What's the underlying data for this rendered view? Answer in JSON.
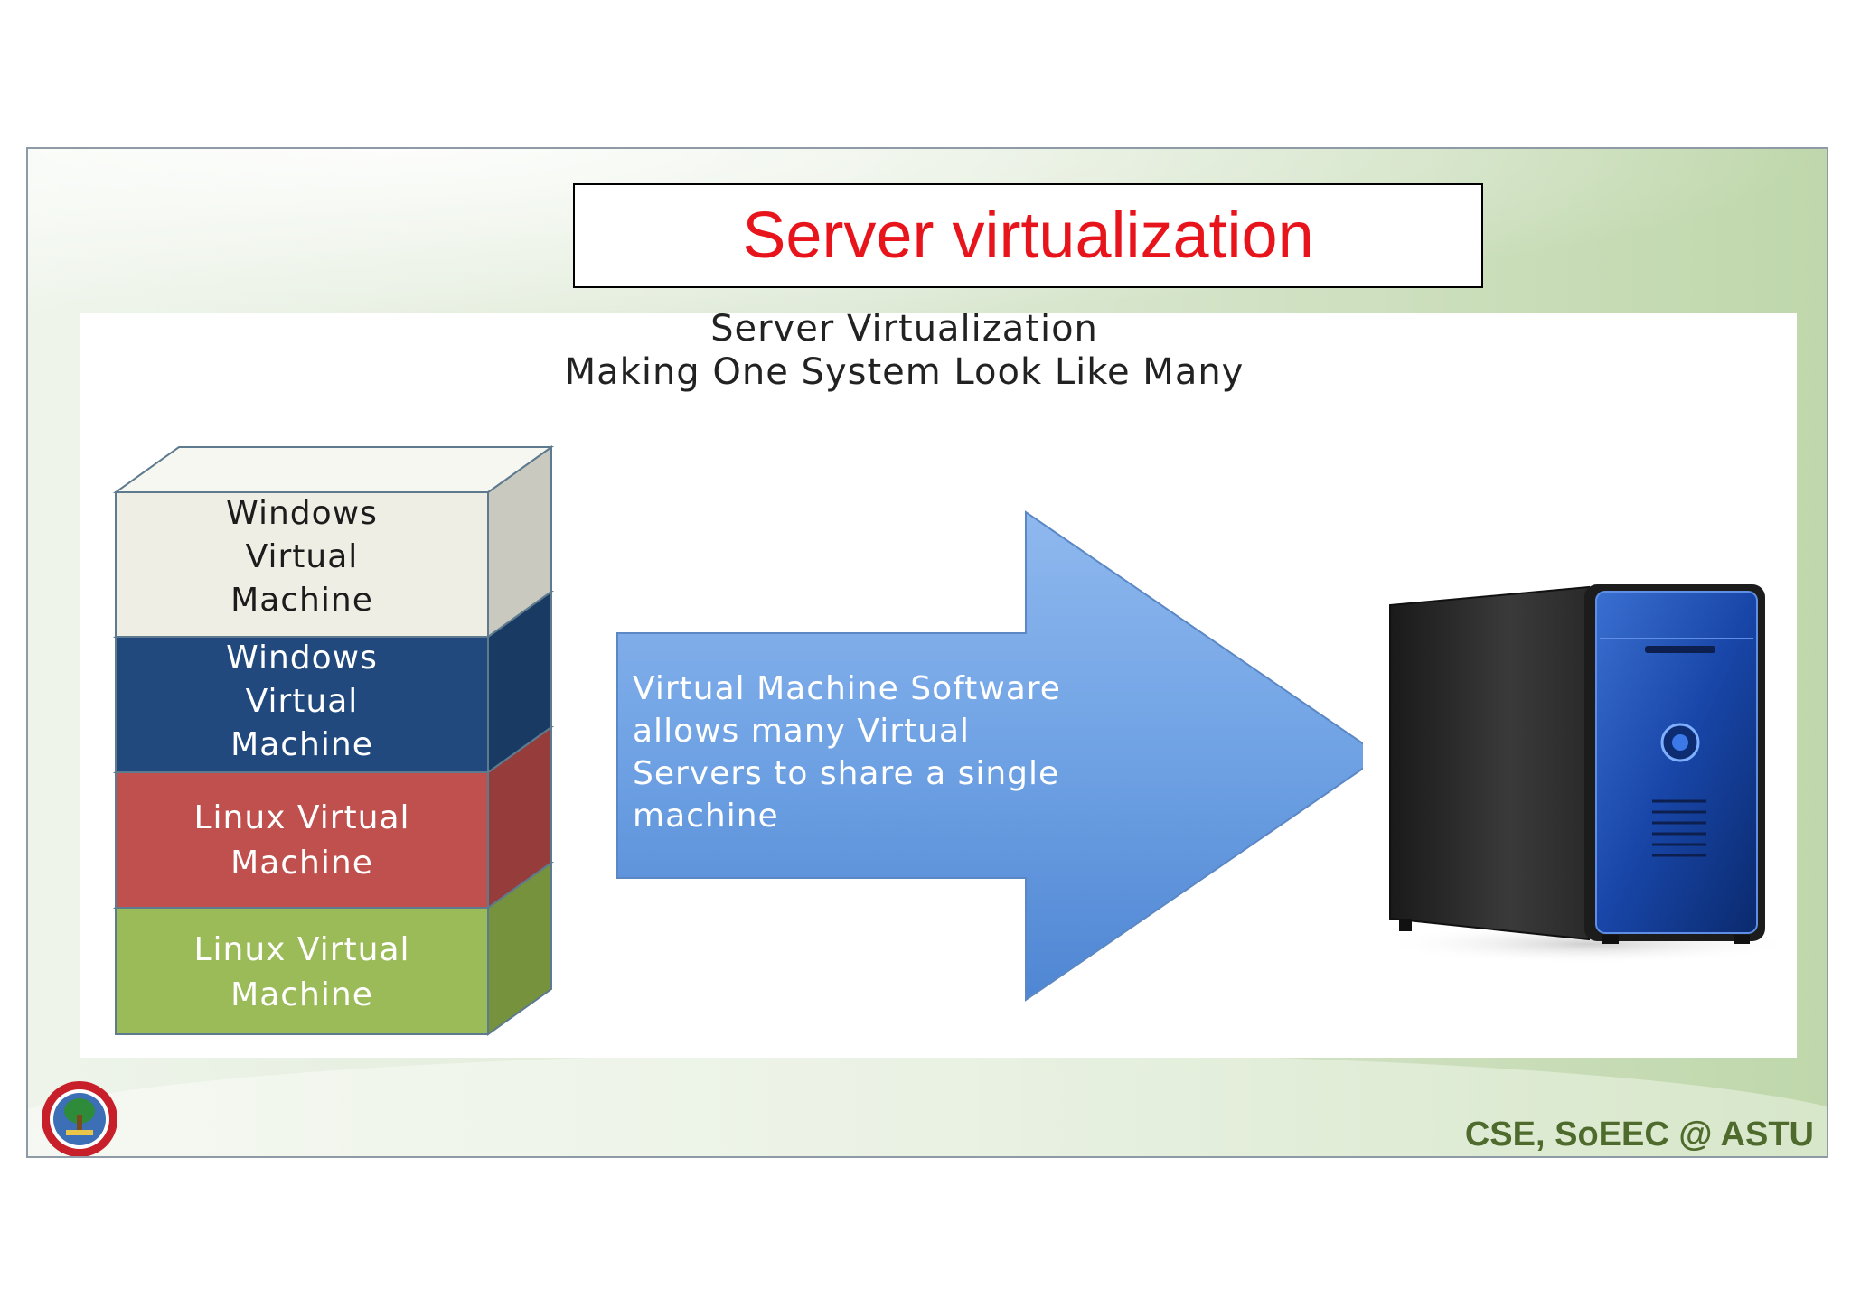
{
  "slide": {
    "title": "Server virtualization",
    "footer": "CSE, SoEEC @ ASTU",
    "logo_icon": "university-seal-icon"
  },
  "diagram": {
    "subtitle_line1": "Server Virtualization",
    "subtitle_line2": "Making One System Look Like Many",
    "vm_stack": [
      {
        "line1": "Windows",
        "line2": "Virtual",
        "line3": "Machine",
        "color": "#eeeee4",
        "text_color": "#1c1c1c"
      },
      {
        "line1": "Windows",
        "line2": "Virtual",
        "line3": "Machine",
        "color": "#21497e",
        "text_color": "#ffffff"
      },
      {
        "line1": "Linux Virtual",
        "line2": "Machine",
        "line3": "",
        "color": "#c0504d",
        "text_color": "#ffffff"
      },
      {
        "line1": "Linux Virtual",
        "line2": "Machine",
        "line3": "",
        "color": "#9bbb59",
        "text_color": "#ffffff"
      }
    ],
    "arrow_text": {
      "line1": "Virtual Machine Software",
      "line2": "allows many Virtual",
      "line3": "Servers to share a single",
      "line4": "machine"
    },
    "server_icon": "server-tower-icon"
  },
  "colors": {
    "title_red": "#e8141c",
    "footer_green": "#4e6b2d",
    "arrow_blue": "#5b93de"
  }
}
